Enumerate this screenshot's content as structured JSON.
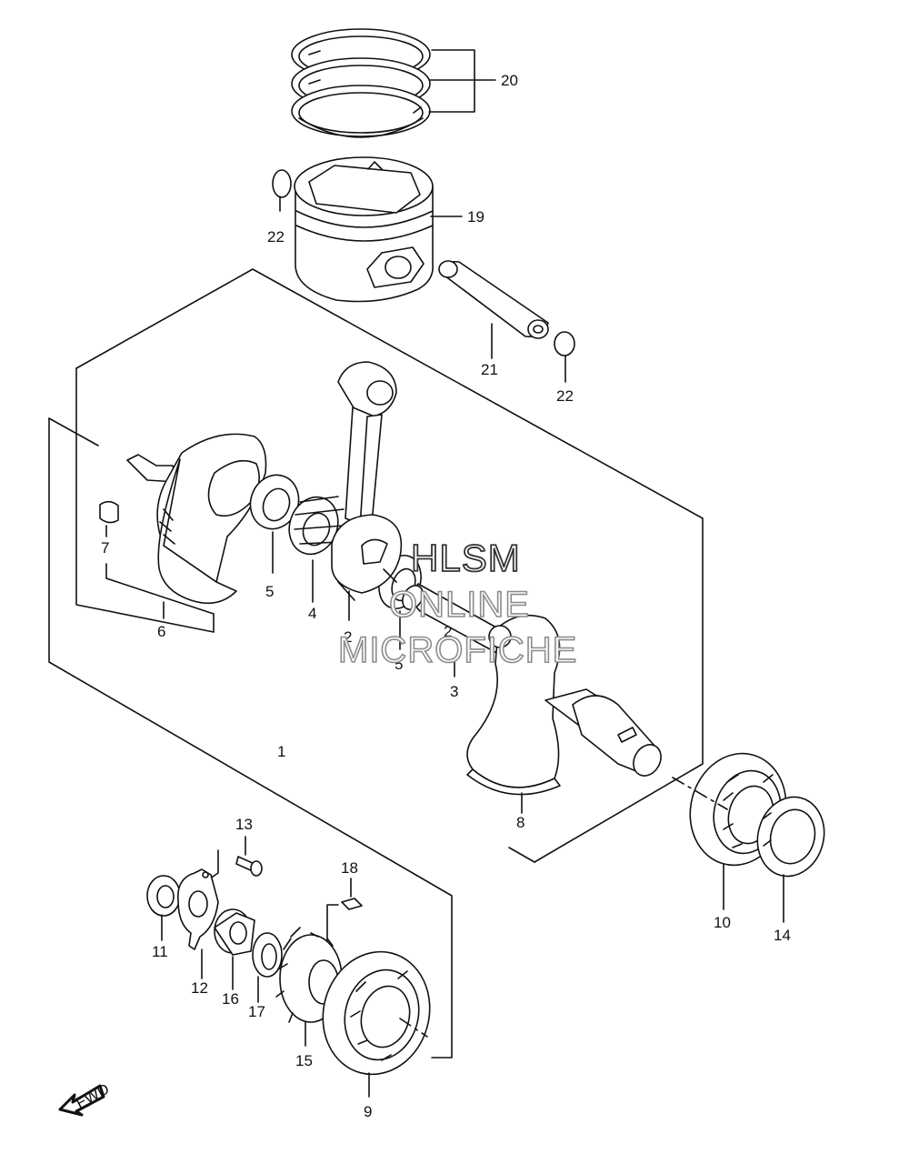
{
  "diagram": {
    "parts": [
      {
        "key": "p1",
        "number": "1"
      },
      {
        "key": "p2",
        "number": "2"
      },
      {
        "key": "p2b",
        "number": "2"
      },
      {
        "key": "p3",
        "number": "3"
      },
      {
        "key": "p4",
        "number": "4"
      },
      {
        "key": "p5a",
        "number": "5"
      },
      {
        "key": "p5b",
        "number": "5"
      },
      {
        "key": "p6",
        "number": "6"
      },
      {
        "key": "p7",
        "number": "7"
      },
      {
        "key": "p8",
        "number": "8"
      },
      {
        "key": "p9",
        "number": "9"
      },
      {
        "key": "p10",
        "number": "10"
      },
      {
        "key": "p11",
        "number": "11"
      },
      {
        "key": "p12",
        "number": "12"
      },
      {
        "key": "p13",
        "number": "13"
      },
      {
        "key": "p14",
        "number": "14"
      },
      {
        "key": "p15",
        "number": "15"
      },
      {
        "key": "p16",
        "number": "16"
      },
      {
        "key": "p17",
        "number": "17"
      },
      {
        "key": "p18",
        "number": "18"
      },
      {
        "key": "p19",
        "number": "19"
      },
      {
        "key": "p20",
        "number": "20"
      },
      {
        "key": "p21",
        "number": "21"
      },
      {
        "key": "p22a",
        "number": "22"
      },
      {
        "key": "p22b",
        "number": "22"
      }
    ],
    "watermark": [
      "HLSM",
      "ONLINE",
      "MICROFICHE"
    ],
    "direction_label": "FWD"
  }
}
